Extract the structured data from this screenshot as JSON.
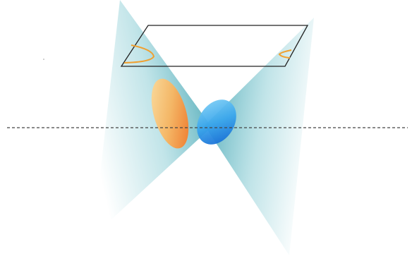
{
  "diagram": {
    "elements": [
      "light-cone-left",
      "light-cone-right",
      "parallelogram-plane",
      "plane-left-arc",
      "plane-right-arc",
      "orange-ellipsoid",
      "blue-ellipsoid",
      "dashed-horizontal-axis"
    ]
  },
  "colors": {
    "background": "#ffffff",
    "cone": "#4fb3bf",
    "plane_stroke": "#222222",
    "arc_stroke": "#f0a030",
    "orange_light": "#fbd189",
    "orange_dark": "#f47a24",
    "blue_light": "#6ccaf4",
    "blue_dark": "#1570d8",
    "axis": "#444444"
  }
}
